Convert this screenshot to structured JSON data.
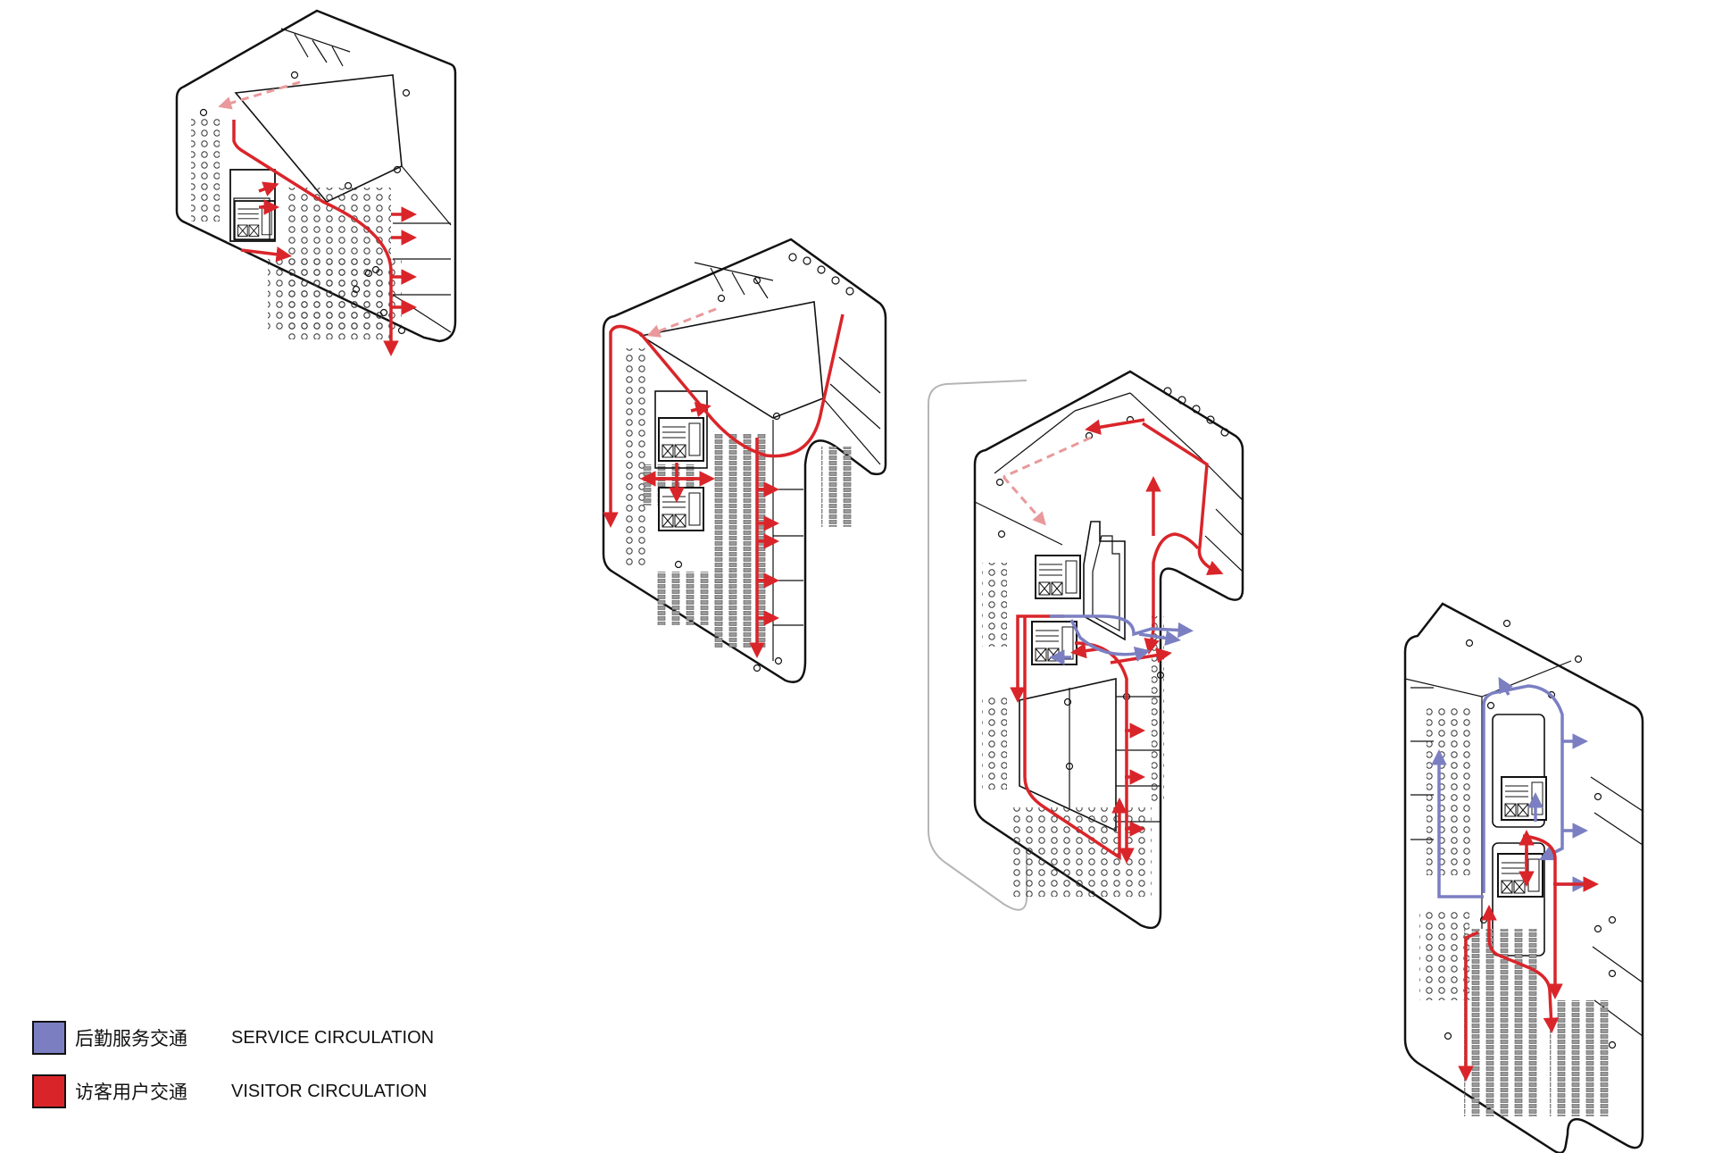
{
  "colors": {
    "service": "#7b7fc2",
    "visitor": "#d9252a",
    "visitor_light": "#e9999b",
    "outline": "#111111",
    "ghost": "#b5b5b5",
    "furniture": "#9a9a9a"
  },
  "legend": {
    "service": {
      "cn": "后勤服务交通",
      "en": "SERVICE CIRCULATION"
    },
    "visitor": {
      "cn": "访客用户交通",
      "en": "VISITOR CIRCULATION"
    }
  },
  "icons": [
    "red-arrow-icon",
    "blue-arrow-icon",
    "elevator-core-icon",
    "column-circle-icon",
    "seat-group-icon"
  ]
}
